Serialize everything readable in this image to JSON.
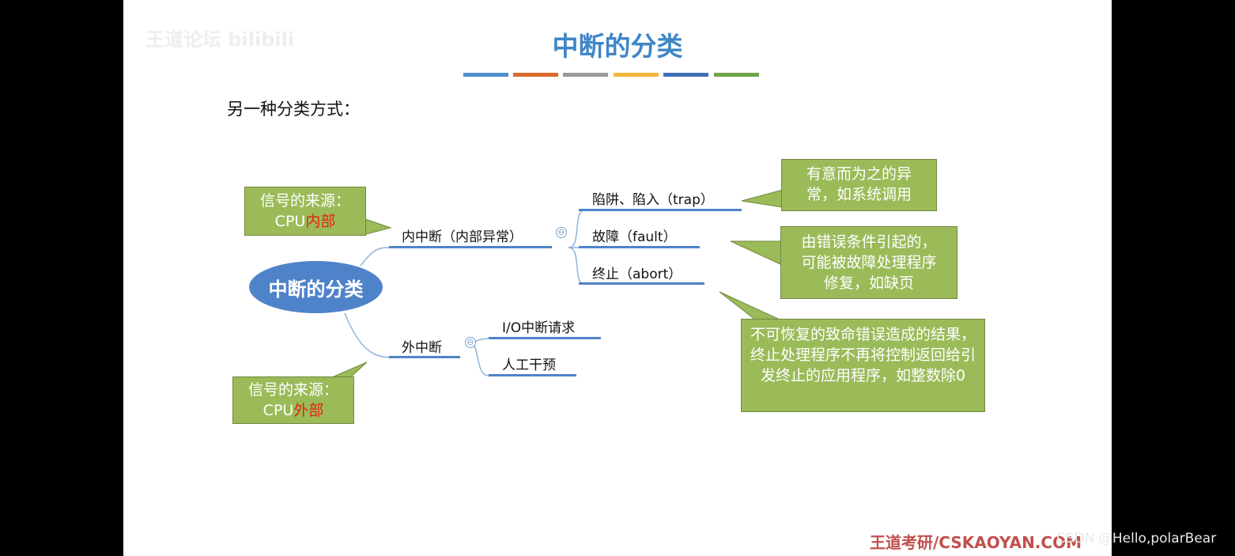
{
  "slide": {
    "title": "中断的分类",
    "title_bar_colors": [
      "#4f8fd0",
      "#d96a2b",
      "#9a9a9a",
      "#f2b53b",
      "#3f6fb7",
      "#6fa54a"
    ],
    "subtitle": "另一种分类方式：",
    "watermark": "王道论坛 bilibili",
    "footer": "王道考研/CSKAOYAN.COM"
  },
  "mindmap": {
    "root": "中断的分类",
    "internal": {
      "label": "内中断（内部异常）",
      "children": [
        "陷阱、陷入（trap）",
        "故障（fault）",
        "终止（abort）"
      ]
    },
    "external": {
      "label": "外中断",
      "children": [
        "I/O中断请求",
        "人工干预"
      ]
    },
    "collapse_glyph": "⊖"
  },
  "callouts": {
    "internal_source": {
      "line1": "信号的来源：",
      "prefix": "CPU",
      "highlight": "内部"
    },
    "external_source": {
      "line1": "信号的来源：",
      "prefix": "CPU",
      "highlight": "外部"
    },
    "trap": "有意而为之的异常，如系统调用",
    "fault": "由错误条件引起的，可能被故障处理程序修复，如缺页",
    "abort": "不可恢复的致命错误造成的结果，终止处理程序不再将控制返回给引发终止的应用程序，如整数除0",
    "fill_color": "#9bbb59",
    "highlight_color": "#e0250f"
  },
  "credit": "CSDN @Hello,polarBear"
}
